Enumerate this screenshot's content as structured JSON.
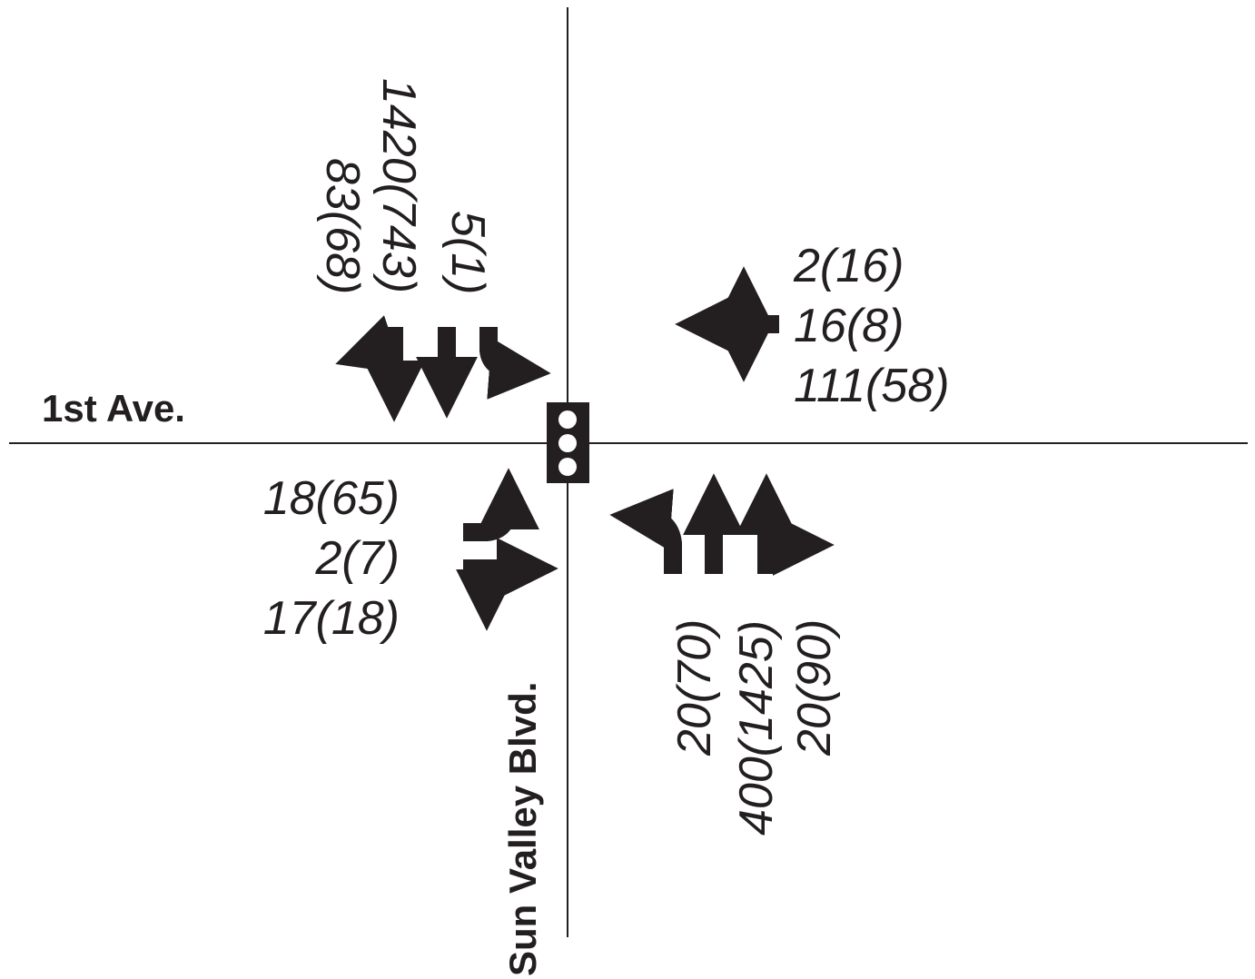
{
  "streets": {
    "east_west": "1st Ave.",
    "north_south": "Sun Valley Blvd."
  },
  "control": {
    "type": "traffic-signal",
    "icon": "traffic-signal-icon"
  },
  "colors": {
    "ink": "#231f20",
    "background": "#ffffff"
  },
  "volumes": {
    "southbound": {
      "right": "5(1)",
      "through": "1420(743)",
      "left": "83(68)"
    },
    "westbound": {
      "left": "2(16)",
      "through": "16(8)",
      "right": "111(58)"
    },
    "eastbound": {
      "left": "18(65)",
      "through": "2(7)",
      "right": "17(18)"
    },
    "northbound": {
      "left": "20(70)",
      "through": "400(1425)",
      "right": "20(90)"
    }
  },
  "lane_icons": {
    "southbound": [
      "left-arrow-icon",
      "through-arrow-icon",
      "right-arrow-icon"
    ],
    "westbound": [
      "left-through-right-arrow-icon"
    ],
    "eastbound": [
      "left-arrow-icon",
      "through-right-arrow-icon"
    ],
    "northbound": [
      "left-arrow-icon",
      "through-arrow-icon",
      "through-right-arrow-icon"
    ]
  }
}
